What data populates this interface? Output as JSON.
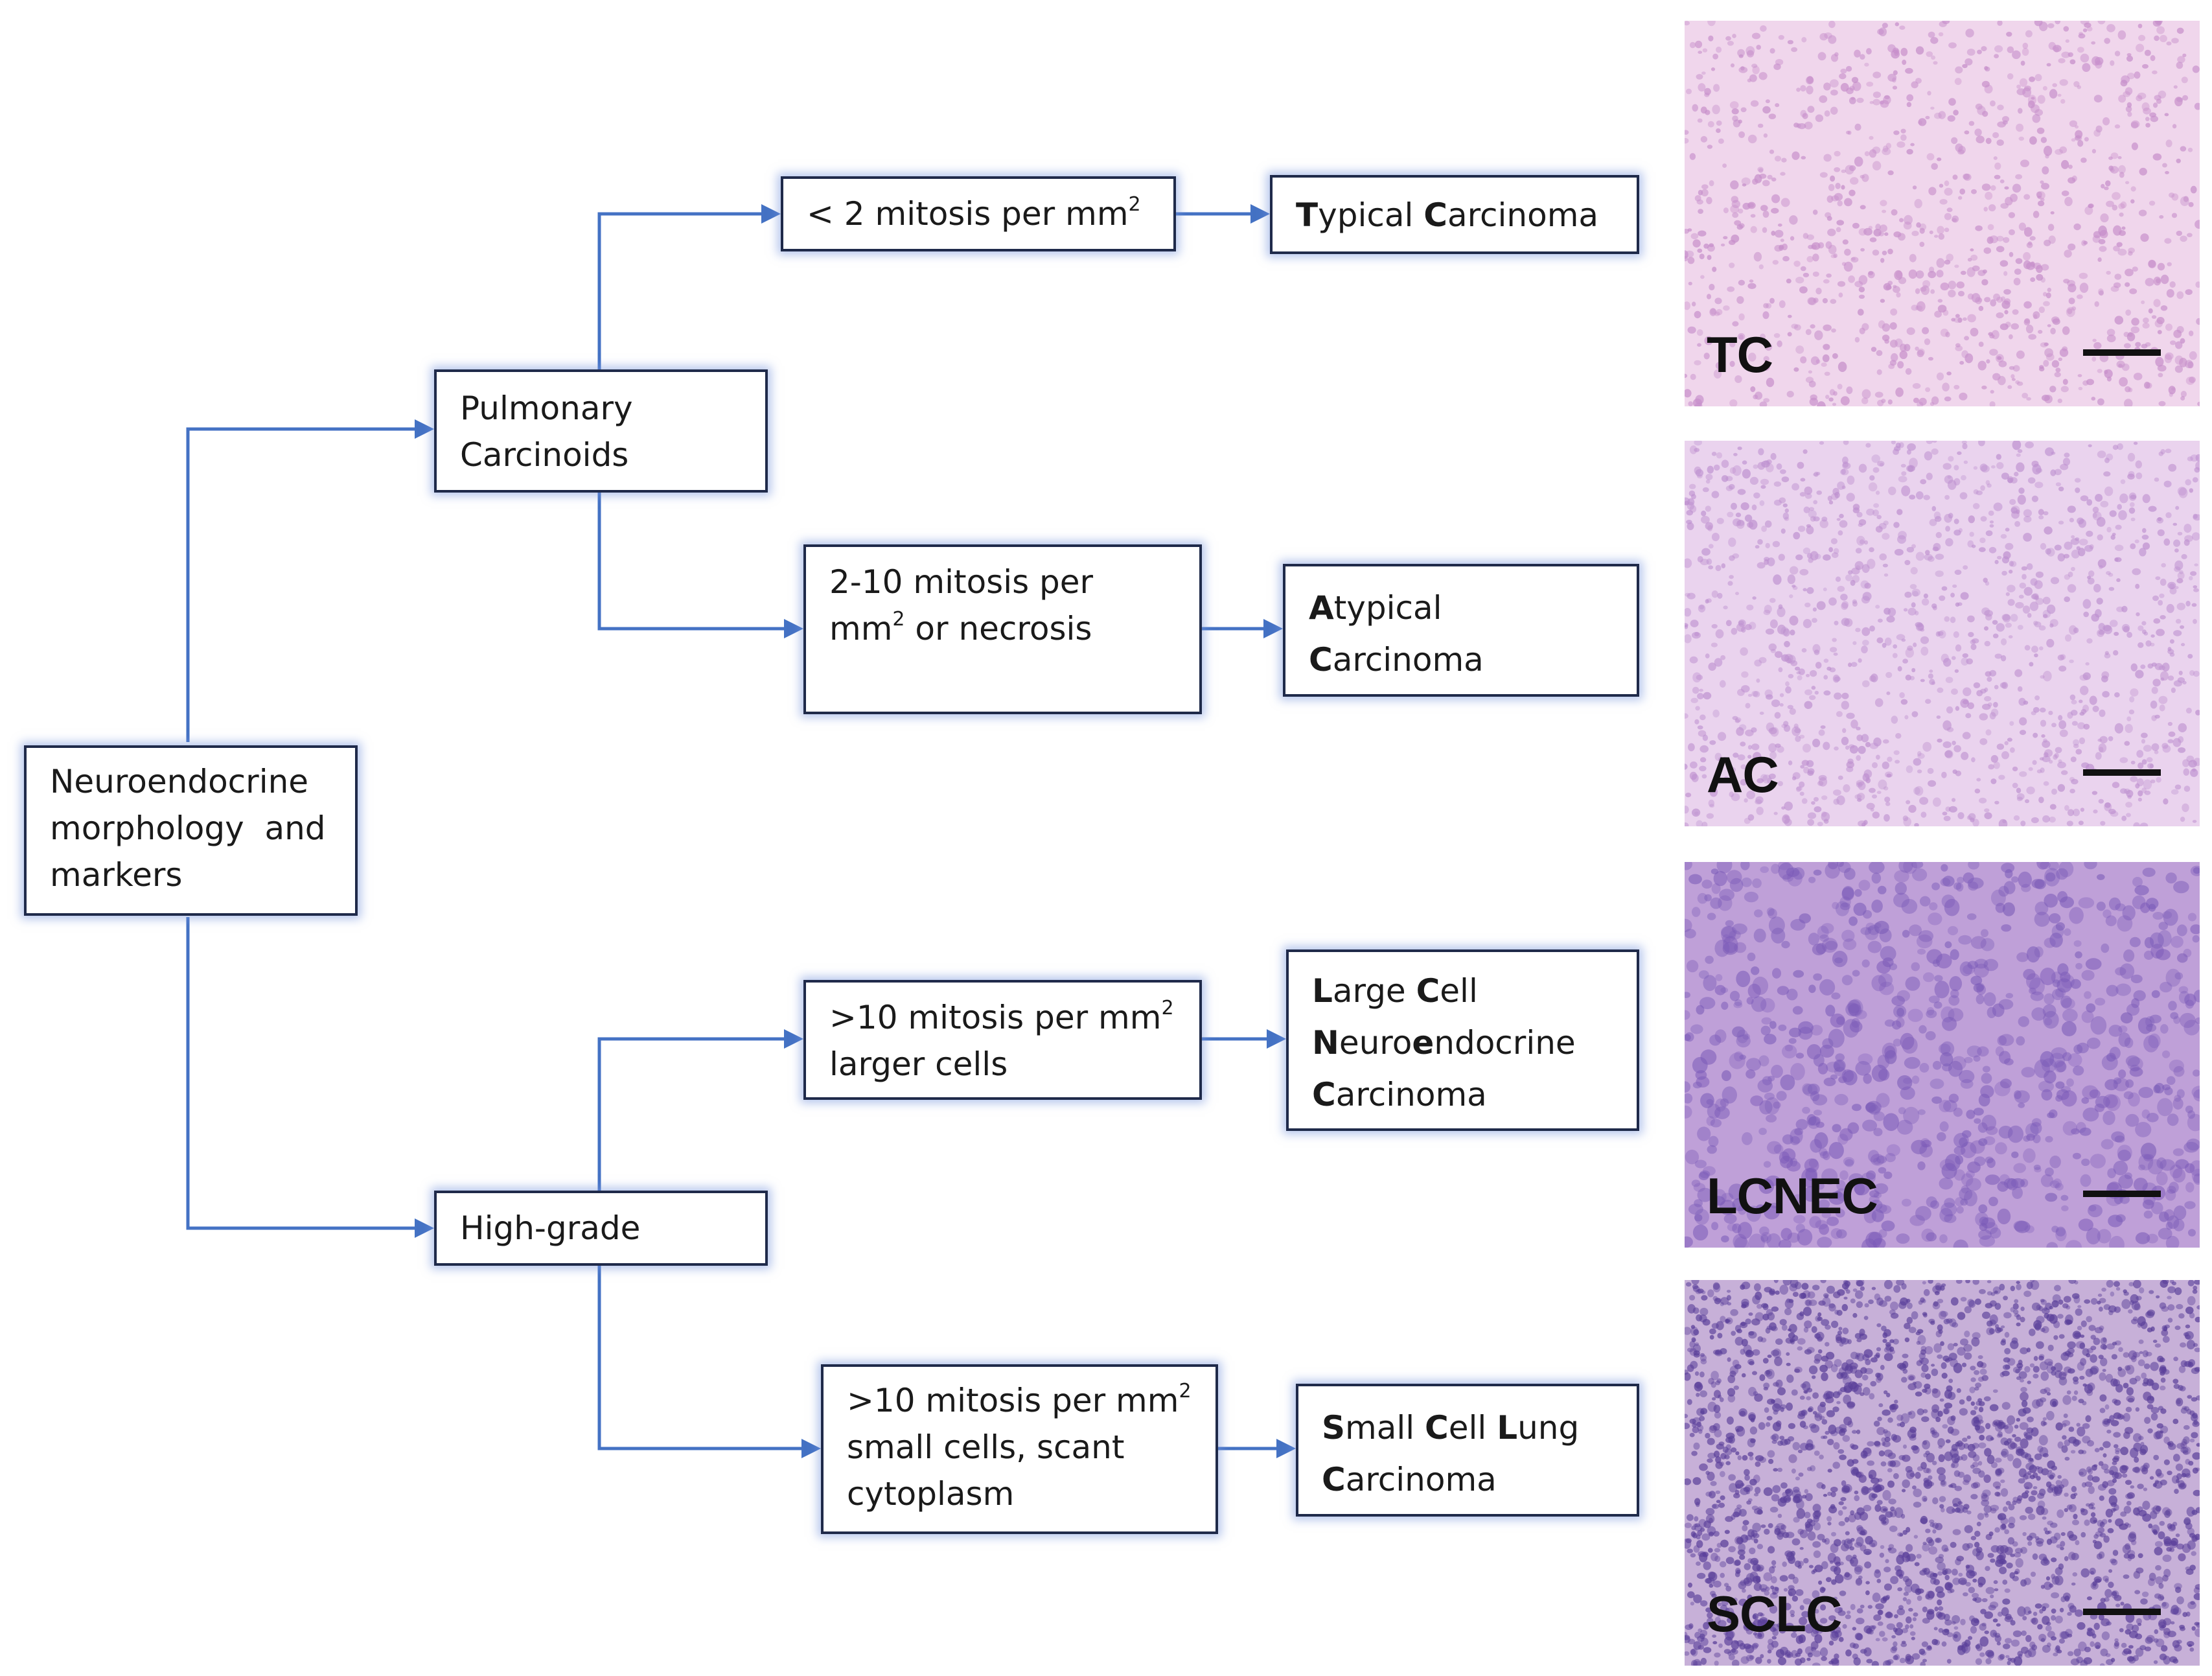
{
  "colors": {
    "connector": "#4472C4",
    "box_border": "#1f2a4a",
    "box_glow": "#8fa7e0",
    "tc_bg": "#f0d6ec",
    "tc_cell": "#c78fcb",
    "ac_bg": "#ead3ee",
    "ac_cell": "#bd8fcf",
    "lcnec_bg": "#bfa0d8",
    "lcnec_cell": "#7b5bb8",
    "sclc_bg": "#c7b0d8",
    "sclc_cell": "#5a3f9a"
  },
  "nodes": {
    "root": {
      "line1": "Neuroendocrine",
      "line2": "morphology  and",
      "line3": "markers"
    },
    "pc": {
      "line1": "Pulmonary",
      "line2": "Carcinoids"
    },
    "hg": {
      "line1": "High-grade"
    },
    "c_tc": {
      "text": "< 2 mitosis per mm",
      "sup": "2"
    },
    "c_ac": {
      "line1": "2-10 mitosis per",
      "line2a": "mm",
      "sup": "2",
      "line2b": " or necrosis"
    },
    "c_lcnec": {
      "line1": ">10 mitosis per mm",
      "sup": "2",
      "line2": "larger cells"
    },
    "c_sclc": {
      "line1": ">10 mitosis per mm",
      "sup": "2",
      "line2": "small cells, scant",
      "line3": "cytoplasm"
    },
    "tc": {
      "b1": "T",
      "r1": "ypical ",
      "b2": "C",
      "r2": "arcinoma"
    },
    "ac": {
      "b1": "A",
      "r1": "typical",
      "b2": "C",
      "r2": "arcinoma"
    },
    "lcnec": {
      "b1": "L",
      "r1": "arge ",
      "b2": "C",
      "r2": "ell",
      "b3": "N",
      "r3": "euro",
      "b4": "e",
      "r4": "ndocrine",
      "b5": "C",
      "r5": "arcinoma"
    },
    "sclc": {
      "b1": "S",
      "r1": "mall ",
      "b2": "C",
      "r2": "ell ",
      "b3": "L",
      "r3": "ung",
      "b4": "C",
      "r4": "arcinoma"
    }
  },
  "panels": [
    {
      "id": "tc",
      "label": "TC"
    },
    {
      "id": "ac",
      "label": "AC"
    },
    {
      "id": "lcnec",
      "label": "LCNEC"
    },
    {
      "id": "sclc",
      "label": "SCLC"
    }
  ]
}
